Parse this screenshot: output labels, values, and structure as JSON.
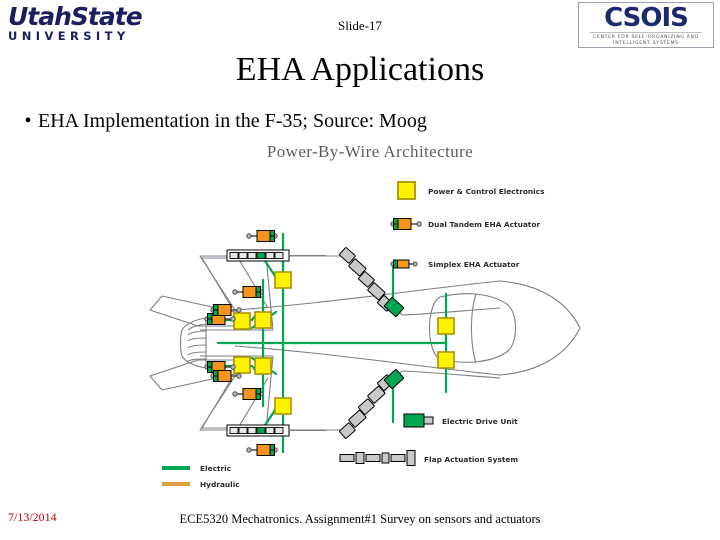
{
  "header": {
    "usu_logo": {
      "name": "UtahState",
      "subtitle": "UNIVERSITY"
    },
    "csois_logo": {
      "mark": "CSOIS",
      "subtitle": "CENTER FOR SELF-ORGANIZING AND INTELLIGENT SYSTEMS"
    },
    "slide_number": "Slide-17"
  },
  "title": "EHA Applications",
  "bullets": [
    {
      "marker": "•",
      "text": "EHA Implementation in the F-35; Source: Moog"
    }
  ],
  "diagram": {
    "title": "Power-By-Wire Architecture",
    "legend_right_top": [
      {
        "label": "Power & Control Electronics",
        "icon": "yellow-square-icon",
        "color": "#FFF200"
      },
      {
        "label": "Dual Tandem EHA Actuator",
        "icon": "dual-tandem-actuator-icon",
        "color": "#F7941E"
      },
      {
        "label": "Simplex EHA Actuator",
        "icon": "simplex-actuator-icon",
        "color": "#F7941E"
      }
    ],
    "legend_right_bottom": [
      {
        "label": "Electric Drive Unit",
        "icon": "electric-drive-unit-icon",
        "color": "#00A651"
      },
      {
        "label": "Flap Actuation System",
        "icon": "flap-actuation-chain-icon",
        "color": "#C9C9C9"
      }
    ],
    "legend_left_bottom": [
      {
        "label": "Electric",
        "icon": "green-line-icon",
        "color": "#00A651"
      },
      {
        "label": "Hydraulic",
        "icon": "orange-line-icon",
        "color": "#E0A040"
      }
    ],
    "colors": {
      "electric_line": "#00A651",
      "hydraulic_line": "#E0A040",
      "power_box": "#FFF200",
      "power_box_border": "#A89400",
      "actuator_body": "#F7941E",
      "actuator_green": "#00A651",
      "mech_gray": "#C9C9C9",
      "outline": "#7a7f87"
    }
  },
  "footer": {
    "date": "7/13/2014",
    "center": "ECE5320 Mechatronics. Assignment#1 Survey on sensors and actuators"
  }
}
